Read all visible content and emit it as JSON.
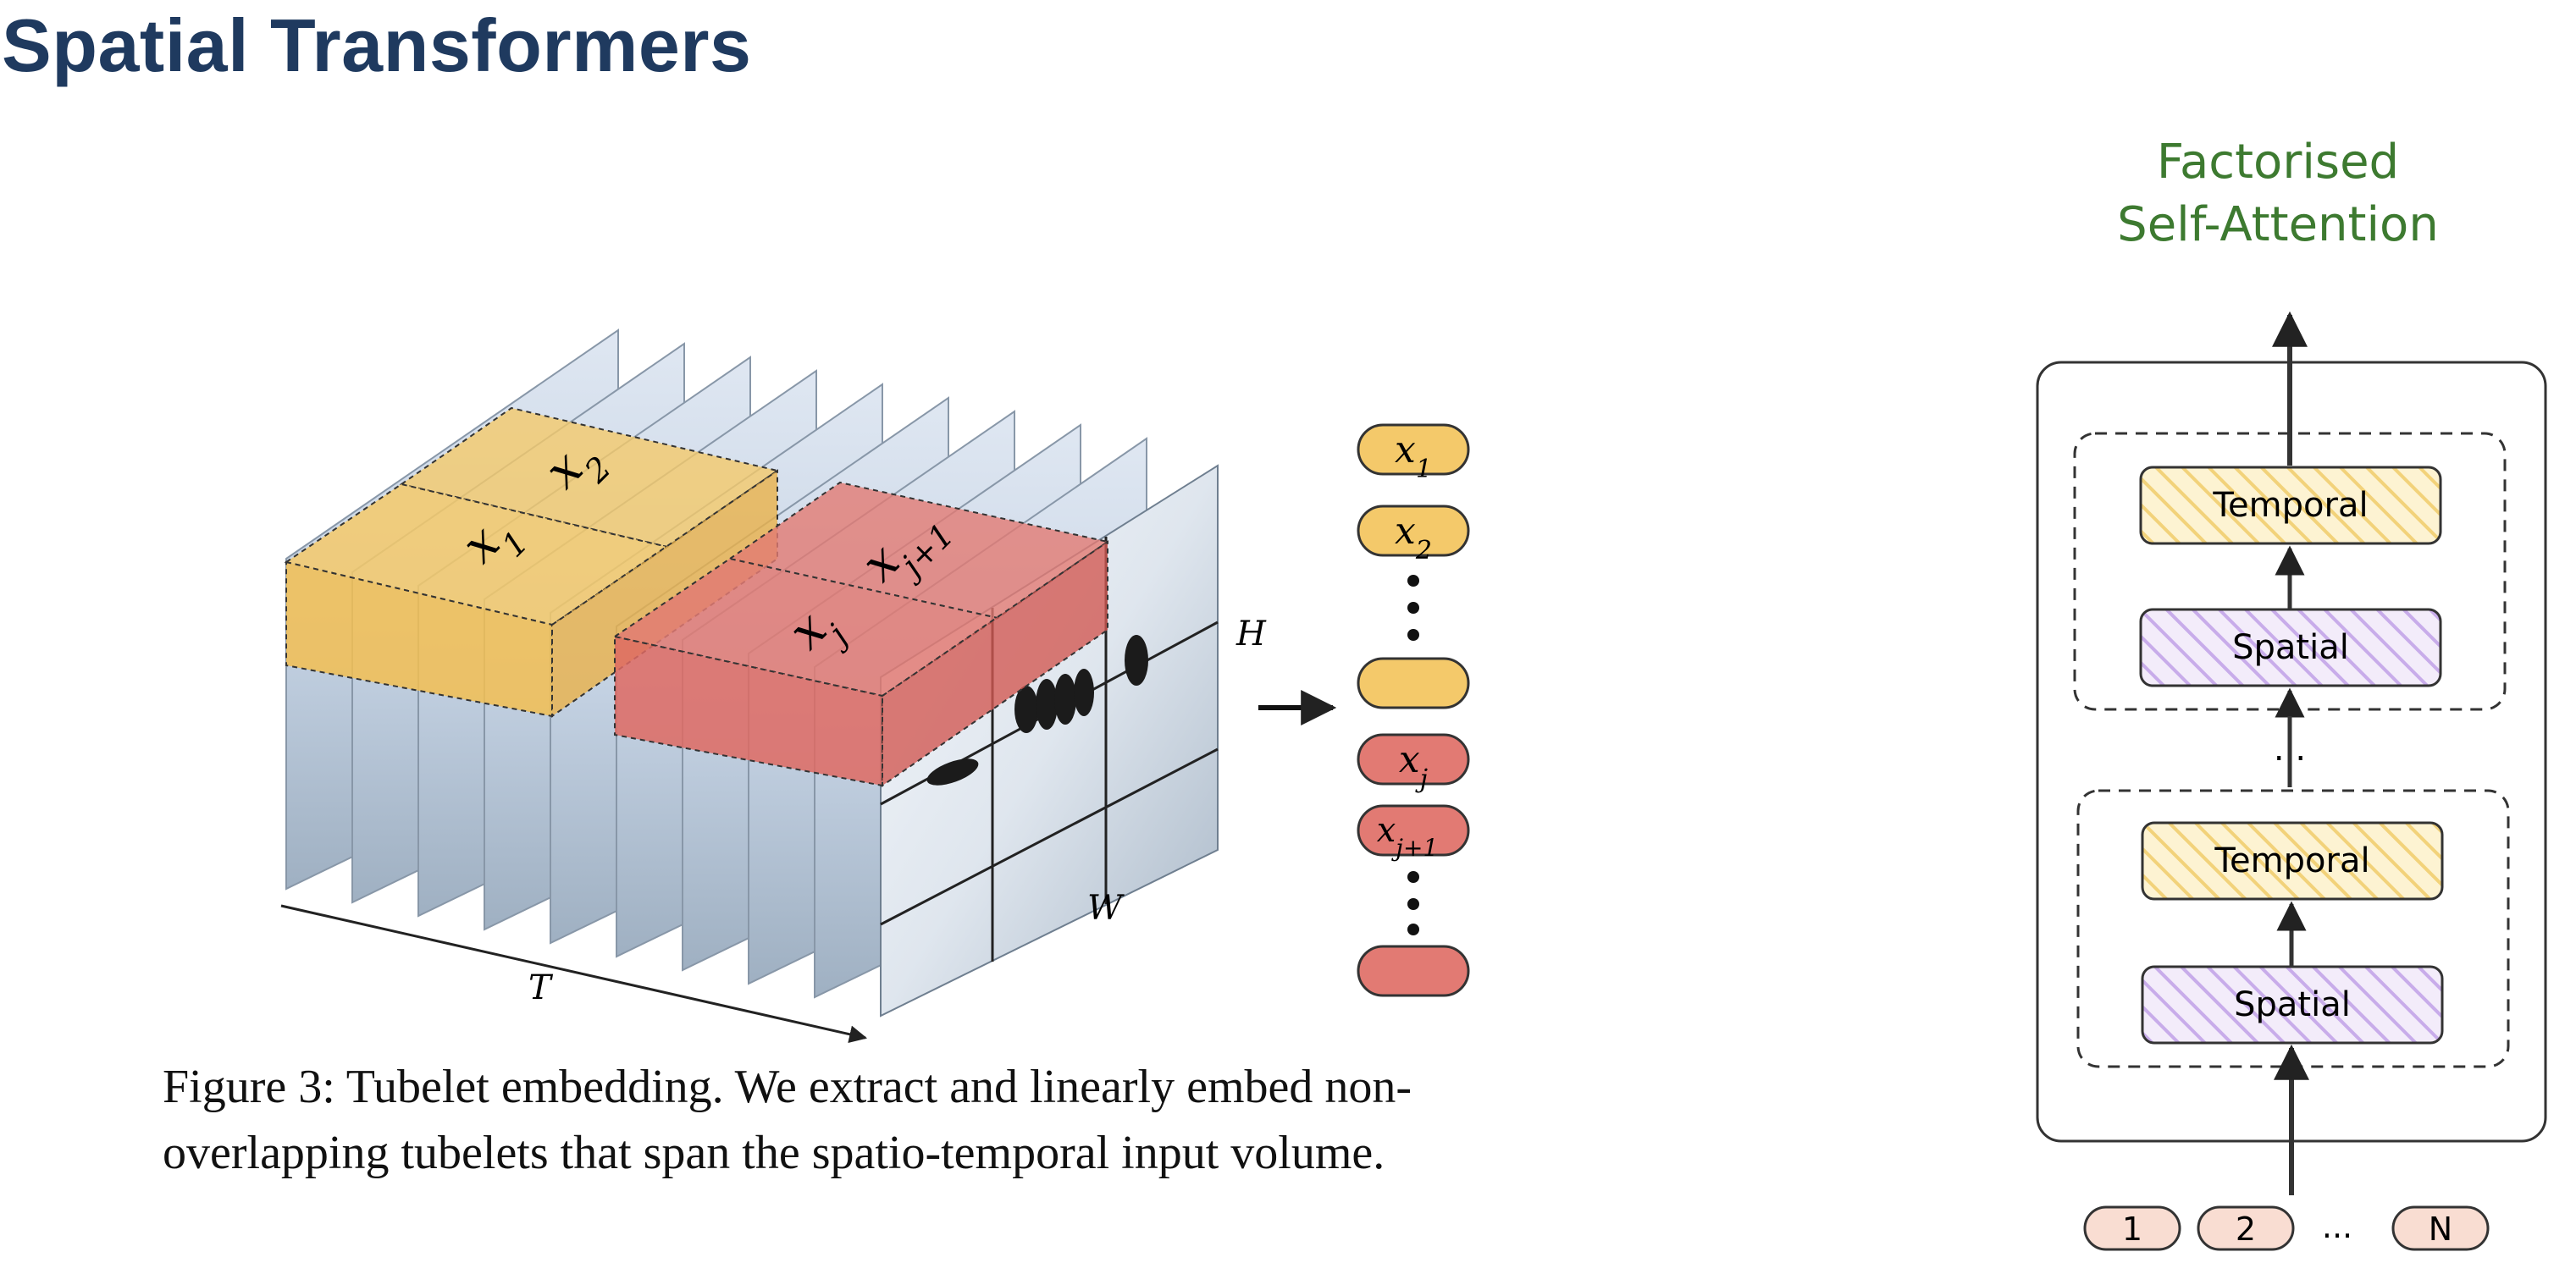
{
  "slide": {
    "title": "Spatial Transformers"
  },
  "tubelet_figure": {
    "caption_line1": "Figure 3: Tubelet embedding. We extract and linearly embed non-",
    "caption_line2": "overlapping tubelets that span the spatio-temporal input volume.",
    "tubelet_labels": [
      "x1",
      "x2",
      "xj",
      "xj+1"
    ],
    "axis_labels": {
      "time": "T",
      "height": "H",
      "width": "W"
    },
    "token_labels": [
      "x1",
      "x2",
      "",
      "xj",
      "xj+1",
      ""
    ],
    "colors": {
      "yellow": "#f4c96a",
      "red": "#e27a73",
      "frame": "#c9d6e6"
    }
  },
  "attention_diagram": {
    "title_line1": "Factorised",
    "title_line2": "Self-Attention",
    "blocks": [
      {
        "temporal": "Temporal",
        "spatial": "Spatial"
      },
      {
        "temporal": "Temporal",
        "spatial": "Spatial"
      }
    ],
    "ellipsis": "...",
    "inputs": [
      "1",
      "2",
      "...",
      "N"
    ],
    "colors": {
      "title": "#3d7a30",
      "temporal": "#fbe9b0",
      "spatial": "#e4d5f2",
      "input": "#f9ddd2"
    }
  }
}
